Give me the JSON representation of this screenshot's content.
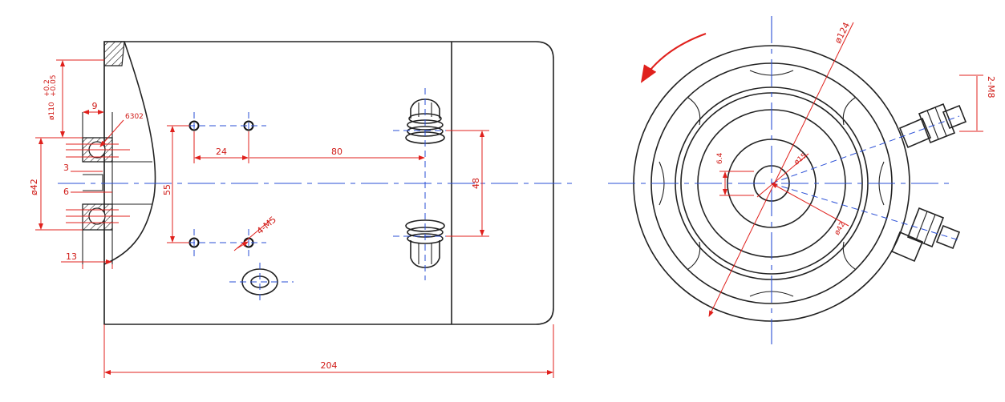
{
  "colors": {
    "object_line": "#222222",
    "dimension": "#e0201c",
    "centerline": "#2a4fd6",
    "background": "#ffffff"
  },
  "dimensions": {
    "overall_length": "204",
    "flange_pilot_dia": "ø110",
    "flange_tol_upper": "+0.2",
    "flange_tol_lower": "+0.05",
    "bearing_offset": "9",
    "bearing": "6302",
    "shaft_dia": "ø42",
    "key_width": "3",
    "key_depth": "6",
    "flange_thickness": "13",
    "bolt_vertical_spacing": "55",
    "bolt_horizontal_spacing": "24",
    "hole_to_terminal": "80",
    "terminal_spacing": "48",
    "mount_holes": "4-M5",
    "body_dia": "ø124",
    "terminal_studs": "2-M8",
    "shaft_end_dia": "ø15",
    "shaft_end_height": "6.4",
    "boss_dia": "ø42"
  }
}
